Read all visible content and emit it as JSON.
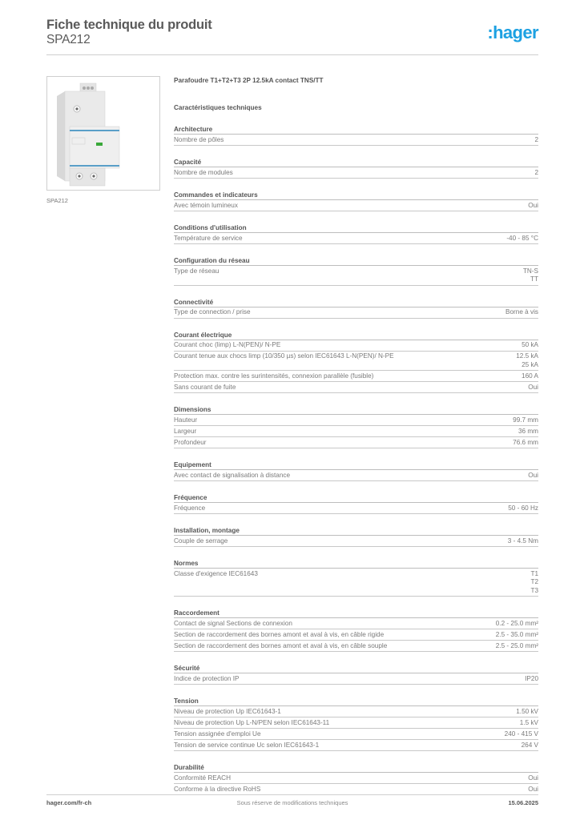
{
  "header": {
    "title": "Fiche technique du produit",
    "subtitle": "SPA212",
    "logo": ":hager",
    "logo_color": "#1da1e2"
  },
  "product": {
    "image_caption": "SPA212",
    "image_icon": "surge-protector-module-icon",
    "name": "Parafoudre T1+T2+T3 2P 12.5kA contact TNS/TT",
    "section_heading": "Caractéristiques techniques"
  },
  "sections": [
    {
      "title": "Architecture",
      "rows": [
        {
          "label": "Nombre de pôles",
          "values": [
            "2"
          ]
        }
      ]
    },
    {
      "title": "Capacité",
      "rows": [
        {
          "label": "Nombre de modules",
          "values": [
            "2"
          ]
        }
      ]
    },
    {
      "title": "Commandes et indicateurs",
      "rows": [
        {
          "label": "Avec témoin lumineux",
          "values": [
            "Oui"
          ]
        }
      ]
    },
    {
      "title": "Conditions d'utilisation",
      "rows": [
        {
          "label": "Température de service",
          "values": [
            "-40 - 85 °C"
          ]
        }
      ]
    },
    {
      "title": "Configuration du réseau",
      "rows": [
        {
          "label": "Type de réseau",
          "values": [
            "TN-S",
            "TT"
          ]
        }
      ]
    },
    {
      "title": "Connectivité",
      "rows": [
        {
          "label": "Type de connection / prise",
          "values": [
            "Borne à vis"
          ]
        }
      ]
    },
    {
      "title": "Courant électrique",
      "rows": [
        {
          "label": "Courant choc (limp) L-N(PEN)/ N-PE",
          "values": [
            "50 kA"
          ]
        },
        {
          "label": "Courant tenue aux chocs limp (10/350 µs) selon IEC61643 L-N(PEN)/ N-PE",
          "values": [
            "12.5 kA",
            "25 kA"
          ]
        },
        {
          "label": "Protection max. contre les surintensités, connexion parallèle (fusible)",
          "values": [
            "160 A"
          ]
        },
        {
          "label": "Sans courant de fuite",
          "values": [
            "Oui"
          ]
        }
      ]
    },
    {
      "title": "Dimensions",
      "rows": [
        {
          "label": "Hauteur",
          "values": [
            "99.7 mm"
          ]
        },
        {
          "label": "Largeur",
          "values": [
            "36 mm"
          ]
        },
        {
          "label": "Profondeur",
          "values": [
            "76.6 mm"
          ]
        }
      ]
    },
    {
      "title": "Equipement",
      "rows": [
        {
          "label": "Avec contact de signalisation à distance",
          "values": [
            "Oui"
          ]
        }
      ]
    },
    {
      "title": "Fréquence",
      "rows": [
        {
          "label": "Fréquence",
          "values": [
            "50 - 60 Hz"
          ]
        }
      ]
    },
    {
      "title": "Installation, montage",
      "rows": [
        {
          "label": "Couple de serrage",
          "values": [
            "3 - 4.5 Nm"
          ]
        }
      ]
    },
    {
      "title": "Normes",
      "rows": [
        {
          "label": "Classe d'exigence IEC61643",
          "values": [
            "T1",
            "T2",
            "T3"
          ]
        }
      ]
    },
    {
      "title": "Raccordement",
      "rows": [
        {
          "label": "Contact de signal Sections de connexion",
          "values": [
            "0.2 - 25.0 mm²"
          ]
        },
        {
          "label": "Section de raccordement des bornes amont et aval à vis, en câble rigide",
          "values": [
            "2.5 - 35.0 mm²"
          ]
        },
        {
          "label": "Section de raccordement des bornes amont et aval à vis, en câble souple",
          "values": [
            "2.5 - 25.0 mm²"
          ]
        }
      ]
    },
    {
      "title": "Sécurité",
      "rows": [
        {
          "label": "Indice de protection IP",
          "values": [
            "IP20"
          ]
        }
      ]
    },
    {
      "title": "Tension",
      "rows": [
        {
          "label": "Niveau de protection Up IEC61643-1",
          "values": [
            "1.50 kV"
          ]
        },
        {
          "label": "Niveau de protection Up L-N/PEN selon IEC61643-11",
          "values": [
            "1.5 kV"
          ]
        },
        {
          "label": "Tension assignée d'emploi Ue",
          "values": [
            "240 - 415 V"
          ]
        },
        {
          "label": "Tension de service continue Uc selon IEC61643-1",
          "values": [
            "264 V"
          ]
        }
      ]
    },
    {
      "title": "Durabilité",
      "rows": [
        {
          "label": "Conformité REACH",
          "values": [
            "Oui"
          ]
        },
        {
          "label": "Conforme à la directive RoHS",
          "values": [
            "Oui"
          ]
        }
      ]
    }
  ],
  "footer": {
    "website": "hager.com/fr-ch",
    "disclaimer": "Sous réserve de modifications techniques",
    "date": "15.06.2025"
  }
}
